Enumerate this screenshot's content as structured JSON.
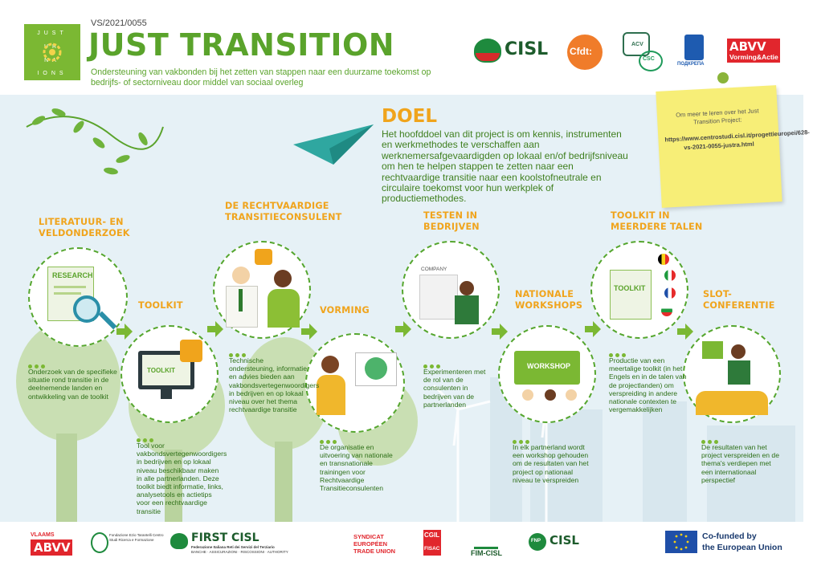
{
  "header": {
    "logo_letters": [
      "JUST",
      "UR",
      "NA",
      "IONS"
    ],
    "code": "VS/2021/0055",
    "title": "JUST TRANSITION",
    "subtitle": "Ondersteuning van vakbonden bij het zetten van stappen naar een duurzame toekomst op bedrijfs- of sectorniveau door middel van sociaal overleg"
  },
  "partners": {
    "cisl": "CISL",
    "cfdt": "Cfdt:",
    "acv": "ACV",
    "csc": "CSC",
    "podkrepa": "ПОДКРЕПА",
    "abvv_top": "ABVV",
    "abvv_bottom": "Vorming&Actie"
  },
  "doel": {
    "title": "DOEL",
    "text": "Het hoofddoel van dit project is om kennis, instrumenten en werkmethodes te verschaffen aan werknemersafgevaardigden op lokaal en/of bedrijfsniveau om hen te helpen stappen te zetten naar een rechtvaardige transitie naar een koolstofneutrale en circulaire toekomst voor hun werkplek of productiemethodes."
  },
  "sticky": {
    "intro": "Om meer te leren over het Just Transition Project:",
    "link": "https://www.centrostudi.cisl.it/progettieuropei/628-vs-2021-0055-justra.html"
  },
  "steps": [
    {
      "title": "LITERATUUR- EN VELDONDERZOEK",
      "text": "Onderzoek van de specifieke situatie rond transitie in de deelnemende landen en ontwikkeling van de toolkit",
      "label": "RESEARCH"
    },
    {
      "title": "TOOLKIT",
      "text": "Tool voor vakbondsvertegenwoordigers in bedrijven en op lokaal niveau beschikbaar maken in alle partnerlanden. Deze toolkit biedt informatie, links, analysetools en actietips voor een rechtvaardige transitie",
      "label": "TOOLKIT"
    },
    {
      "title": "DE RECHTVAARDIGE TRANSITIECONSULENT",
      "text": "Technische ondersteuning, informatie en advies bieden aan vakbondsvertegenwoordigers in bedrijven en op lokaal niveau over het thema rechtvaardige transitie"
    },
    {
      "title": "VORMING",
      "text": "De organisatie en uitvoering van nationale en transnationale trainingen voor Rechtvaardige Transitieconsulenten"
    },
    {
      "title": "TESTEN IN BEDRIJVEN",
      "text": "Experimenteren met de rol van de consulenten in bedrijven van de partnerlanden",
      "label": "COMPANY"
    },
    {
      "title": "NATIONALE WORKSHOPS",
      "text": "In elk partnerland wordt een workshop gehouden om de resultaten van het project op nationaal niveau te verspreiden",
      "label": "WORKSHOP"
    },
    {
      "title": "TOOLKIT IN MEERDERE TALEN",
      "text": "Productie van een meertalige toolkit (in het Engels en in de talen van de projectlanden) om verspreiding in andere nationale contexten te vergemakkelijken",
      "label": "TOOLKIT"
    },
    {
      "title": "SLOT-CONFERENTIE",
      "text": "De resultaten van het project verspreiden en de thema's verdiepen met een internationaal perspectief"
    }
  ],
  "footer": {
    "vlaams": "VLAAMS",
    "abvv": "ABVV",
    "fondazione": "Fondazione Ezio Tarantelli Centro Studi Ricerca e Formazione",
    "firstcisl": "FIRST CISL",
    "firstcisl_sub": "Federazione Italiana Reti dei Servizi del Terziario",
    "firstcisl_sub2": "BANCHE · ASSICURAZIONI · RISCOSSIONI · AUTHORITY",
    "syndicat": "SYNDICAT EUROPÉEN TRADE UNION",
    "cgil": "CGIL",
    "fisac": "FISAC",
    "fimcisl": "FIM-CISL",
    "fnp": "FNP",
    "cisl2": "CISL",
    "eu_line1": "Co-funded by",
    "eu_line2": "the European Union"
  },
  "colors": {
    "green": "#5aa32b",
    "orange": "#f0a41c",
    "darkgreen": "#2d6f17",
    "sky": "#e6f1f6",
    "sticky": "#f7ee77"
  }
}
